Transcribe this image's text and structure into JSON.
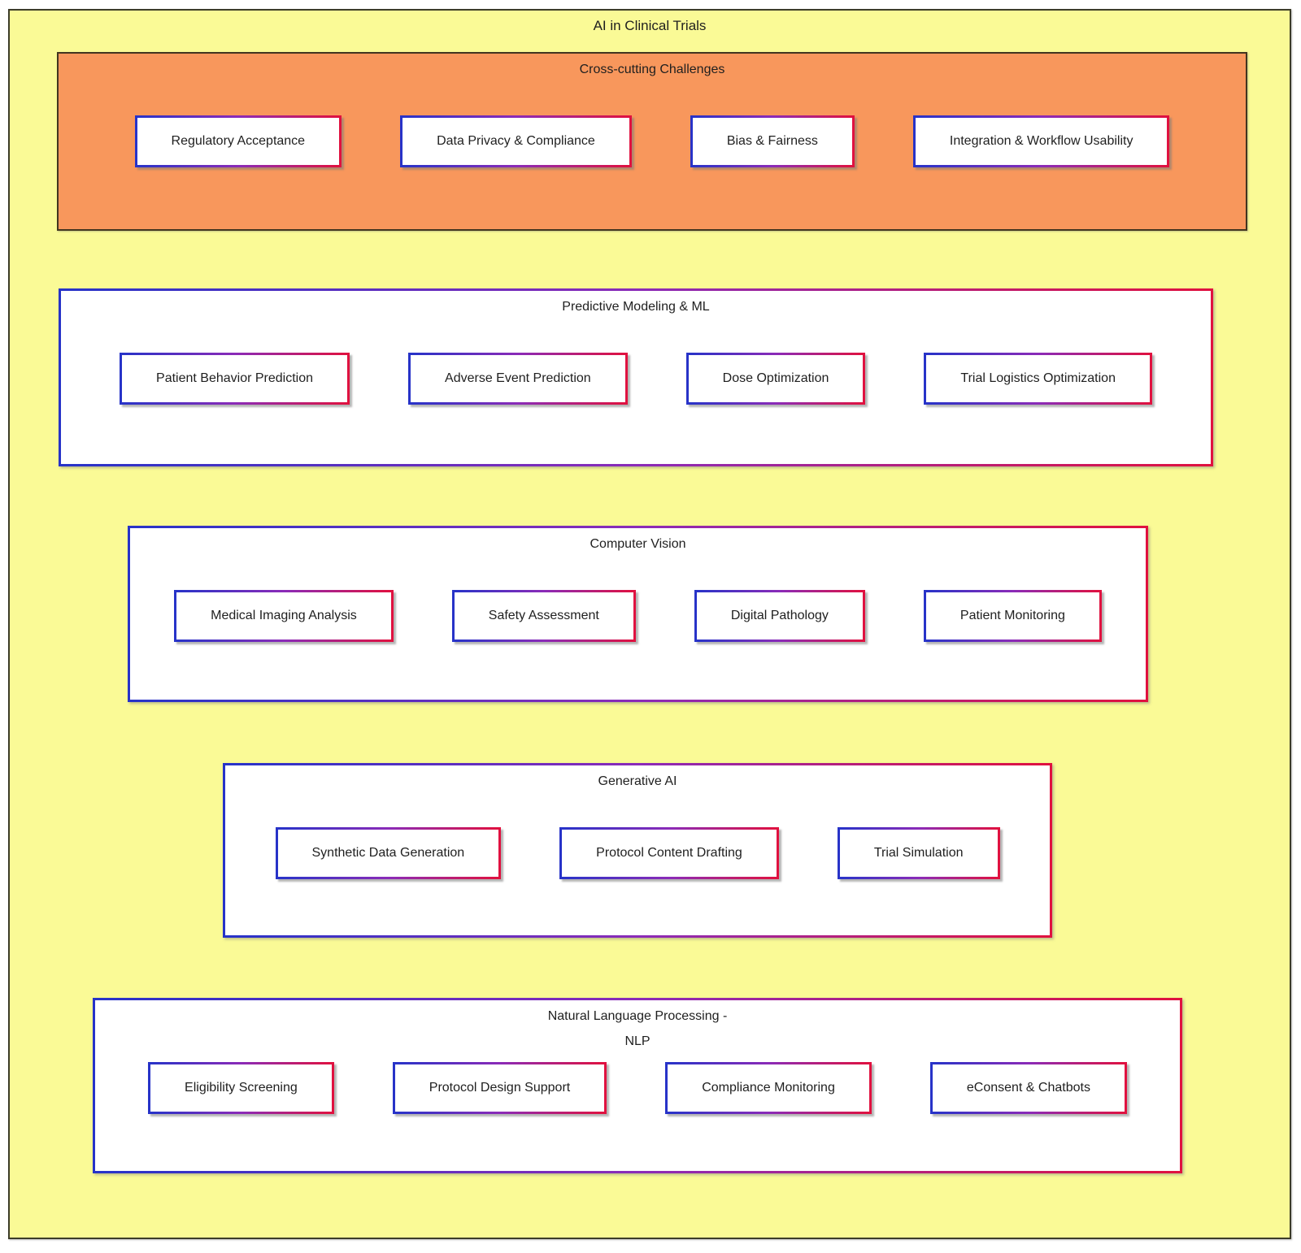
{
  "diagram": {
    "title": "AI in Clinical Trials"
  },
  "sections": [
    {
      "title": "Cross-cutting Challenges",
      "items": [
        "Regulatory Acceptance",
        "Data Privacy & Compliance",
        "Bias & Fairness",
        "Integration & Workflow Usability"
      ]
    },
    {
      "title": "Predictive Modeling & ML",
      "items": [
        "Patient Behavior Prediction",
        "Adverse Event Prediction",
        "Dose Optimization",
        "Trial Logistics Optimization"
      ]
    },
    {
      "title": "Computer Vision",
      "items": [
        "Medical Imaging Analysis",
        "Safety Assessment",
        "Digital Pathology",
        "Patient Monitoring"
      ]
    },
    {
      "title": "Generative AI",
      "items": [
        "Synthetic Data Generation",
        "Protocol Content Drafting",
        "Trial Simulation"
      ]
    },
    {
      "title": "Natural Language Processing -",
      "title_line2": "NLP",
      "items": [
        "Eligibility Screening",
        "Protocol Design Support",
        "Compliance Monitoring",
        "eConsent & Chatbots"
      ]
    }
  ],
  "colors": {
    "canvas_yellow": "#FAFA96",
    "challenges_orange": "#F8975C",
    "grad_blue": "#2733C8",
    "grad_mid": "#8A2BB8",
    "grad_red": "#E0113F",
    "outline_dark": "#3C3C28",
    "text_color": "#1F1F1F",
    "leaf_bg": "#FFFFFF"
  }
}
